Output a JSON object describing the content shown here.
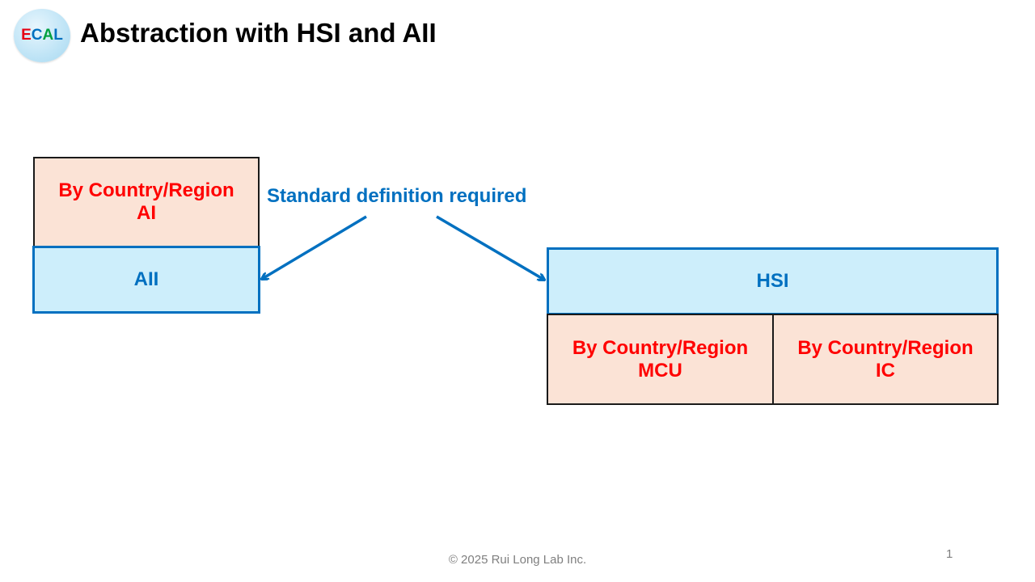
{
  "header": {
    "logo": {
      "letters": [
        {
          "char": "E",
          "color": "#e60012"
        },
        {
          "char": "C",
          "color": "#0070c0"
        },
        {
          "char": "A",
          "color": "#00a040"
        },
        {
          "char": "L",
          "color": "#0070c0"
        }
      ]
    },
    "title": "Abstraction with HSI and AII"
  },
  "diagram": {
    "left_stack": {
      "top_box": {
        "line1": "By Country/Region",
        "line2": "AI"
      },
      "bottom_box": {
        "label": "AII"
      }
    },
    "annotation": "Standard definition required",
    "right_stack": {
      "top_box": {
        "label": "HSI"
      },
      "bottom_left_box": {
        "line1": "By Country/Region",
        "line2": "MCU"
      },
      "bottom_right_box": {
        "line1": "By Country/Region",
        "line2": "IC"
      }
    },
    "colors": {
      "accent_blue": "#0070c0",
      "light_blue_fill": "#cdeefb",
      "peach_fill": "#fbe3d6",
      "red_text": "#ff0000"
    }
  },
  "footer": {
    "copyright": "© 2025 Rui Long Lab Inc.",
    "page_number": "1"
  }
}
